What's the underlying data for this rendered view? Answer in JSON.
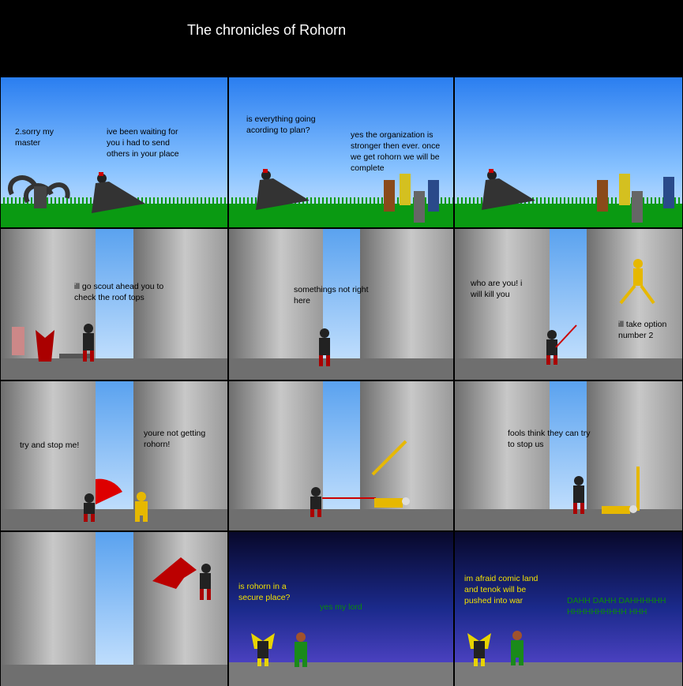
{
  "title": "The chronicles of Rohorn",
  "panels": [
    {
      "id": "p1",
      "lines": [
        "2.sorry my master",
        "ive been waiting for you i had to send others in your place"
      ]
    },
    {
      "id": "p2",
      "lines": [
        "is everything going acording to plan?",
        "yes the organization is stronger then ever. once we get rohorn we will be complete"
      ]
    },
    {
      "id": "p3",
      "lines": []
    },
    {
      "id": "p4",
      "lines": [
        "ill go scout ahead you to check the roof tops"
      ]
    },
    {
      "id": "p5",
      "lines": [
        "somethings not right here"
      ]
    },
    {
      "id": "p6",
      "lines": [
        "who are you! i will kill you",
        "ill take option number 2"
      ]
    },
    {
      "id": "p7",
      "lines": [
        "try and stop me!",
        "youre not getting rohorn!"
      ]
    },
    {
      "id": "p8",
      "lines": []
    },
    {
      "id": "p9",
      "lines": [
        "fools think they can try to stop us"
      ]
    },
    {
      "id": "p10",
      "lines": []
    },
    {
      "id": "p11",
      "lines": [
        "is rohorn in a secure place?",
        "yes my lord"
      ]
    },
    {
      "id": "p12",
      "lines": [
        "im afraid comic land and tenok will be pushed into war",
        "DAHH DAHH DAHHHHHHHHHHHHHHHH HHH"
      ]
    }
  ],
  "colors": {
    "grass": "#0a9a12",
    "night_green_text": "#0a8a0a",
    "night_yellow_text": "#f2e100"
  }
}
